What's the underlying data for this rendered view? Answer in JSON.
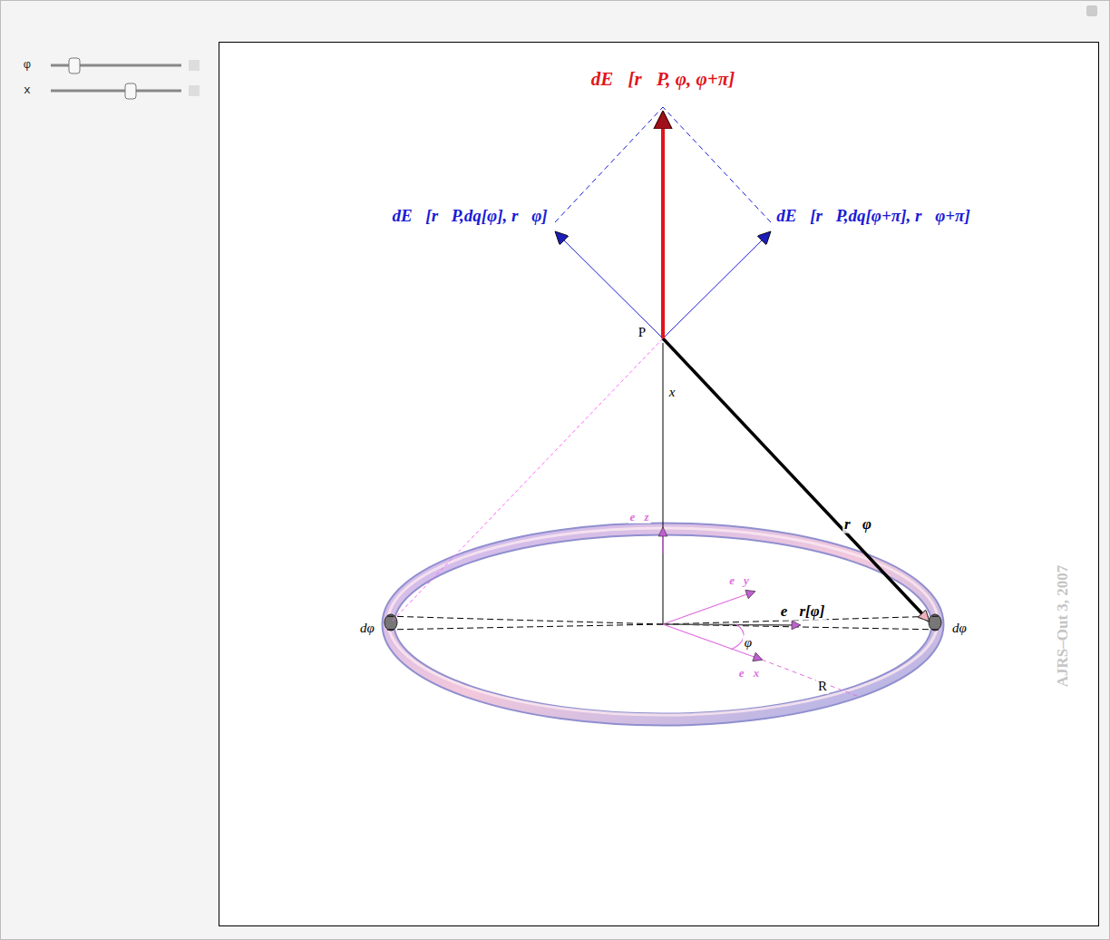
{
  "diagram": {
    "labels": [
      "φ",
      "x",
      "dE⃗[r⃗P, φ, φ+π]",
      "dE⃗[r⃗P,dq[φ], r⃗φ]",
      "dE⃗[r⃗P,dq[φ+π], r⃗φ+π]",
      "P",
      "x",
      "r⃗φ",
      "e⃗z",
      "e⃗y",
      "e⃗r[φ]",
      "φ",
      "e⃗x",
      "R",
      "dφ",
      "dφ",
      "AJRS–Out 3, 2007"
    ]
  }
}
